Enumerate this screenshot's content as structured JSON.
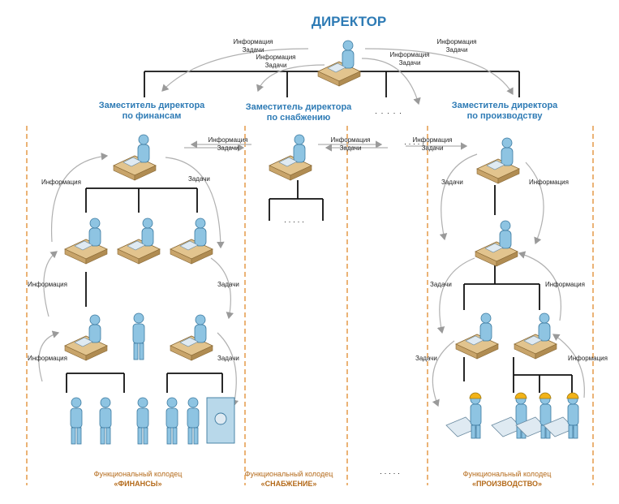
{
  "title": "ДИРЕКТОР",
  "deputies": {
    "finance": [
      "Заместитель директора",
      "по финансам"
    ],
    "supply": [
      "Заместитель директора",
      "по снабжению"
    ],
    "production": [
      "Заместитель директора",
      "по производству"
    ],
    "ellipsis": "· · · · ·"
  },
  "labels": {
    "info": "Информация",
    "tasks": "Задачи",
    "dots": "· · · · ·"
  },
  "wells": {
    "caption": "Функциональный колодец",
    "finance": "«ФИНАНСЫ»",
    "supply": "«СНАБЖЕНИЕ»",
    "production": "«ПРОИЗВОДСТВО»",
    "ellipsis": "· · · · ·"
  },
  "colors": {
    "title_blue": "#2e7bb5",
    "well_brown": "#b46a1a",
    "dashed_orange": "#e08a2c",
    "person_blue": "#8ec4e2",
    "desk_tan": "#e2c48e",
    "hardhat_yellow": "#f2b318",
    "line_black": "#111111",
    "arrow_gray": "#b0b0b0"
  }
}
